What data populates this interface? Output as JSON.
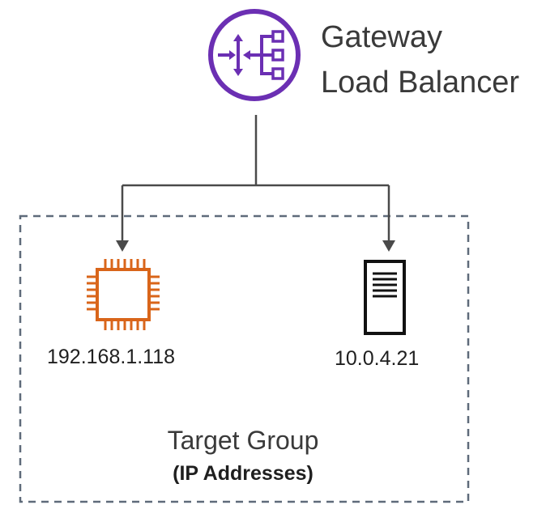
{
  "gateway": {
    "title_line1": "Gateway",
    "title_line2": "Load Balancer",
    "icon": "gateway-load-balancer-icon",
    "color": "#6b2fb3"
  },
  "target_group": {
    "title": "Target Group",
    "subtitle": "(IP Addresses)",
    "border_color": "#5f6b7a"
  },
  "targets": [
    {
      "ip": "192.168.1.118",
      "icon": "ec2-instance-icon",
      "color": "#d9651a"
    },
    {
      "ip": "10.0.4.21",
      "icon": "server-icon",
      "color": "#111111"
    }
  ],
  "connector_color": "#4a4a4a"
}
